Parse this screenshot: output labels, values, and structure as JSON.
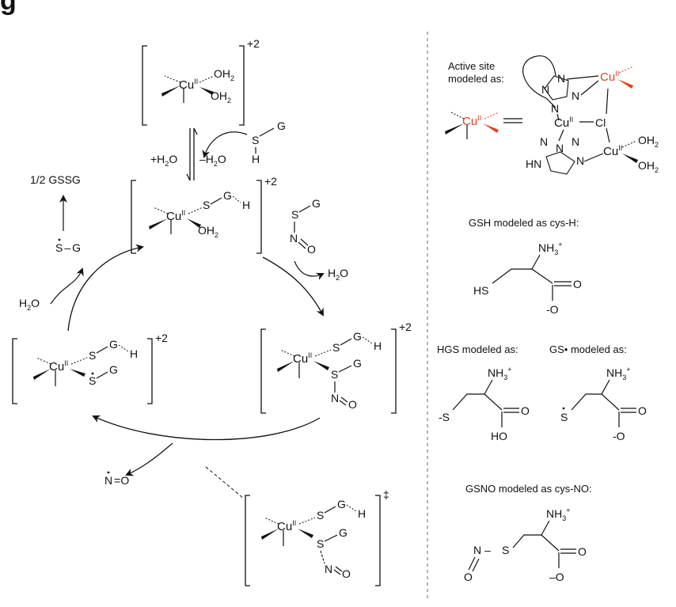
{
  "colors": {
    "ink": "#111111",
    "copper_highlight": "#e8401c",
    "divider": "#9a9a9a"
  },
  "header": {
    "partial_letter": "g"
  },
  "cycle": {
    "complex1": {
      "metal": "Cu",
      "ox": "II",
      "lig_top": "OH",
      "lig_bot": "OH",
      "sub": "2",
      "charge": "+2"
    },
    "gsh": {
      "s": "S",
      "g": "G",
      "h": "H"
    },
    "equilibrium": {
      "left": "+H",
      "left_sub": "2",
      "left_o": "O",
      "right": "–H",
      "right_sub": "2",
      "right_o": "O"
    },
    "complex2": {
      "metal": "Cu",
      "ox": "II",
      "s": "S",
      "g": "G",
      "h": "H",
      "oh": "OH",
      "sub": "2",
      "charge": "+2"
    },
    "gsno": {
      "s": "S",
      "g": "G",
      "n": "N",
      "o": "O"
    },
    "water_out": {
      "h": "H",
      "sub": "2",
      "o": "O"
    },
    "complex3": {
      "metal": "Cu",
      "ox": "II",
      "s1": "S",
      "g1": "G",
      "h": "H",
      "s2": "S",
      "g2": "G",
      "n": "N",
      "o": "O",
      "charge": "+2"
    },
    "ts": {
      "metal": "Cu",
      "ox": "II",
      "s1": "S",
      "g1": "G",
      "h": "H",
      "s2": "S",
      "g2": "G",
      "n": "N",
      "o": "O",
      "charge": "‡"
    },
    "no_radical": {
      "n": "N",
      "o": "O"
    },
    "complex4": {
      "metal": "Cu",
      "ox": "II",
      "s1": "S",
      "g1": "G",
      "h": "H",
      "s2": "S",
      "g2": "G",
      "charge": "+2"
    },
    "water_in": {
      "h": "H",
      "sub": "2",
      "o": "O"
    },
    "gs_radical": {
      "s": "S",
      "dash": "–",
      "g": "G"
    },
    "gssg": "1/2 GSSG"
  },
  "right": {
    "active_site_label": [
      "Active site",
      "modeled as:"
    ],
    "active_site": {
      "metal": "Cu",
      "ox": "II",
      "cl": "Cl",
      "n": "N",
      "hn": "HN",
      "oh": "OH",
      "sub": "2"
    },
    "gsh_title": "GSH modeled as cys-H:",
    "gsh": {
      "nh3": "NH",
      "nh3_sub": "3",
      "nh3_sup": "+",
      "hs": "HS",
      "o": "O",
      "o_minus": "-O"
    },
    "hgs_title": "HGS modeled as:",
    "hgs": {
      "nh3": "NH",
      "nh3_sub": "3",
      "nh3_sup": "+",
      "s": "-S",
      "o": "O",
      "ho": "HO"
    },
    "gsrad_title": "GS• modeled as:",
    "gsrad": {
      "nh3": "NH",
      "nh3_sub": "3",
      "nh3_sup": "+",
      "s": "S",
      "o": "O",
      "o_minus": "-O"
    },
    "gsno_title": "GSNO modeled as cys-NO:",
    "gsno": {
      "nh3": "NH",
      "nh3_sub": "3",
      "nh3_sup": "+",
      "n": "N",
      "s": "S",
      "o": "O",
      "o2": "O",
      "o_minus": "–O",
      "dash": "–"
    }
  }
}
